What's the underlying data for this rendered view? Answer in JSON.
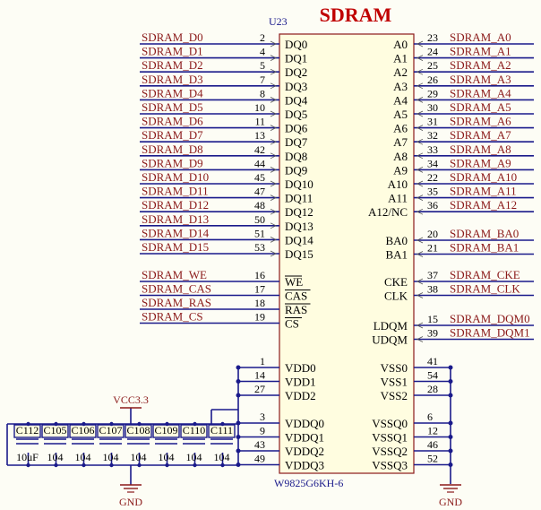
{
  "title": "SDRAM",
  "refdes": "U23",
  "part_number": "W9825G6KH-6",
  "power_label": "VCC3.3",
  "ground_label": "GND",
  "left_pins": [
    {
      "net": "SDRAM_D0",
      "num": "2",
      "name": "DQ0"
    },
    {
      "net": "SDRAM_D1",
      "num": "4",
      "name": "DQ1"
    },
    {
      "net": "SDRAM_D2",
      "num": "5",
      "name": "DQ2"
    },
    {
      "net": "SDRAM_D3",
      "num": "7",
      "name": "DQ3"
    },
    {
      "net": "SDRAM_D4",
      "num": "8",
      "name": "DQ4"
    },
    {
      "net": "SDRAM_D5",
      "num": "10",
      "name": "DQ5"
    },
    {
      "net": "SDRAM_D6",
      "num": "11",
      "name": "DQ6"
    },
    {
      "net": "SDRAM_D7",
      "num": "13",
      "name": "DQ7"
    },
    {
      "net": "SDRAM_D8",
      "num": "42",
      "name": "DQ8"
    },
    {
      "net": "SDRAM_D9",
      "num": "44",
      "name": "DQ9"
    },
    {
      "net": "SDRAM_D10",
      "num": "45",
      "name": "DQ10"
    },
    {
      "net": "SDRAM_D11",
      "num": "47",
      "name": "DQ11"
    },
    {
      "net": "SDRAM_D12",
      "num": "48",
      "name": "DQ12"
    },
    {
      "net": "SDRAM_D13",
      "num": "50",
      "name": "DQ13"
    },
    {
      "net": "SDRAM_D14",
      "num": "51",
      "name": "DQ14"
    },
    {
      "net": "SDRAM_D15",
      "num": "53",
      "name": "DQ15"
    }
  ],
  "control_pins": [
    {
      "net": "SDRAM_WE",
      "num": "16",
      "name": "WE"
    },
    {
      "net": "SDRAM_CAS",
      "num": "17",
      "name": "CAS"
    },
    {
      "net": "SDRAM_RAS",
      "num": "18",
      "name": "RAS"
    },
    {
      "net": "SDRAM_CS",
      "num": "19",
      "name": "CS"
    }
  ],
  "right_addr_pins": [
    {
      "name": "A0",
      "num": "23",
      "net": "SDRAM_A0"
    },
    {
      "name": "A1",
      "num": "24",
      "net": "SDRAM_A1"
    },
    {
      "name": "A2",
      "num": "25",
      "net": "SDRAM_A2"
    },
    {
      "name": "A3",
      "num": "26",
      "net": "SDRAM_A3"
    },
    {
      "name": "A4",
      "num": "29",
      "net": "SDRAM_A4"
    },
    {
      "name": "A5",
      "num": "30",
      "net": "SDRAM_A5"
    },
    {
      "name": "A6",
      "num": "31",
      "net": "SDRAM_A6"
    },
    {
      "name": "A7",
      "num": "32",
      "net": "SDRAM_A7"
    },
    {
      "name": "A8",
      "num": "33",
      "net": "SDRAM_A8"
    },
    {
      "name": "A9",
      "num": "34",
      "net": "SDRAM_A9"
    },
    {
      "name": "A10",
      "num": "22",
      "net": "SDRAM_A10"
    },
    {
      "name": "A11",
      "num": "35",
      "net": "SDRAM_A11"
    },
    {
      "name": "A12/NC",
      "num": "36",
      "net": "SDRAM_A12"
    }
  ],
  "right_bank_pins": [
    {
      "name": "BA0",
      "num": "20",
      "net": "SDRAM_BA0"
    },
    {
      "name": "BA1",
      "num": "21",
      "net": "SDRAM_BA1"
    }
  ],
  "right_ctrl_pins": [
    {
      "name": "CKE",
      "num": "37",
      "net": "SDRAM_CKE"
    },
    {
      "name": "CLK",
      "num": "38",
      "net": "SDRAM_CLK"
    }
  ],
  "right_dqm_pins": [
    {
      "name": "LDQM",
      "num": "15",
      "net": "SDRAM_DQM0"
    },
    {
      "name": "UDQM",
      "num": "39",
      "net": "SDRAM_DQM1"
    }
  ],
  "vdd_pins": [
    {
      "num": "1",
      "name": "VDD0"
    },
    {
      "num": "14",
      "name": "VDD1"
    },
    {
      "num": "27",
      "name": "VDD2"
    }
  ],
  "vddq_pins": [
    {
      "num": "3",
      "name": "VDDQ0"
    },
    {
      "num": "9",
      "name": "VDDQ1"
    },
    {
      "num": "43",
      "name": "VDDQ2"
    },
    {
      "num": "49",
      "name": "VDDQ3"
    }
  ],
  "vss_pins": [
    {
      "name": "VSS0",
      "num": "41"
    },
    {
      "name": "VSS1",
      "num": "54"
    },
    {
      "name": "VSS2",
      "num": "28"
    }
  ],
  "vssq_pins": [
    {
      "name": "VSSQ0",
      "num": "6"
    },
    {
      "name": "VSSQ1",
      "num": "12"
    },
    {
      "name": "VSSQ2",
      "num": "46"
    },
    {
      "name": "VSSQ3",
      "num": "52"
    }
  ],
  "capacitors": [
    {
      "ref": "C112",
      "value": "10uF"
    },
    {
      "ref": "C105",
      "value": "104"
    },
    {
      "ref": "C106",
      "value": "104"
    },
    {
      "ref": "C107",
      "value": "104"
    },
    {
      "ref": "C108",
      "value": "104"
    },
    {
      "ref": "C109",
      "value": "104"
    },
    {
      "ref": "C110",
      "value": "104"
    },
    {
      "ref": "C111",
      "value": "104"
    }
  ]
}
